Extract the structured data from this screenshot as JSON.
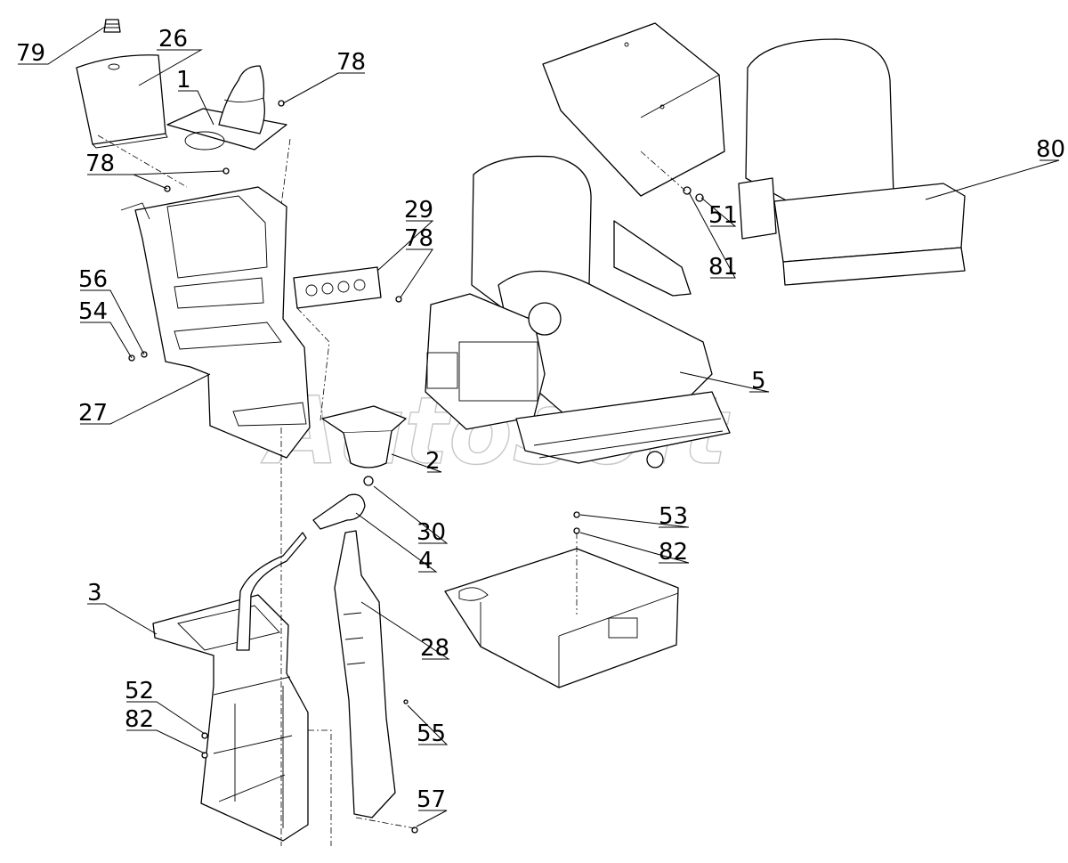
{
  "watermark": "AutoSoft",
  "callouts": [
    {
      "id": "c79",
      "text": "79"
    },
    {
      "id": "c26",
      "text": "26"
    },
    {
      "id": "c1",
      "text": "1"
    },
    {
      "id": "c78a",
      "text": "78"
    },
    {
      "id": "c78b",
      "text": "78"
    },
    {
      "id": "c29",
      "text": "29"
    },
    {
      "id": "c78c",
      "text": "78"
    },
    {
      "id": "c56",
      "text": "56"
    },
    {
      "id": "c54",
      "text": "54"
    },
    {
      "id": "c27",
      "text": "27"
    },
    {
      "id": "c5",
      "text": "5"
    },
    {
      "id": "c2",
      "text": "2"
    },
    {
      "id": "c30",
      "text": "30"
    },
    {
      "id": "c4",
      "text": "4"
    },
    {
      "id": "c3",
      "text": "3"
    },
    {
      "id": "c28",
      "text": "28"
    },
    {
      "id": "c52",
      "text": "52"
    },
    {
      "id": "c82a",
      "text": "82"
    },
    {
      "id": "c55",
      "text": "55"
    },
    {
      "id": "c57",
      "text": "57"
    },
    {
      "id": "c53",
      "text": "53"
    },
    {
      "id": "c82b",
      "text": "82"
    },
    {
      "id": "c51",
      "text": "51"
    },
    {
      "id": "c81",
      "text": "81"
    },
    {
      "id": "c80",
      "text": "80"
    }
  ]
}
